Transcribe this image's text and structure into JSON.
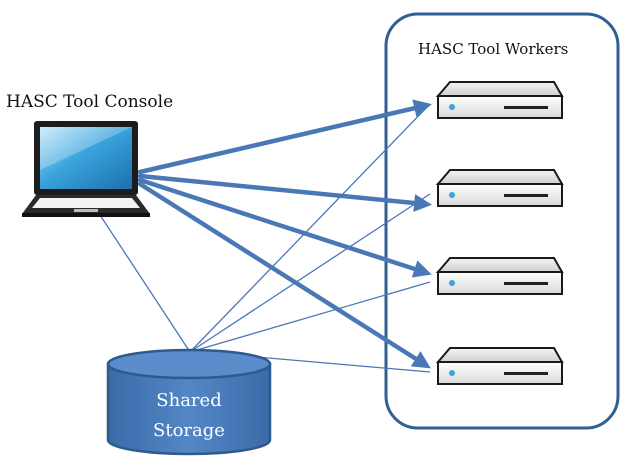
{
  "console": {
    "label": "HASC Tool Console"
  },
  "workers": {
    "label": "HASC Tool Workers"
  },
  "storage": {
    "line1": "Shared",
    "line2": "Storage"
  },
  "colors": {
    "arrow": "#4a78b5",
    "storage_fill": "#4a78b5",
    "storage_stroke": "#2e5a8e",
    "panel_stroke": "#2f5f93",
    "laptop_screen": "#3aa4dd"
  }
}
